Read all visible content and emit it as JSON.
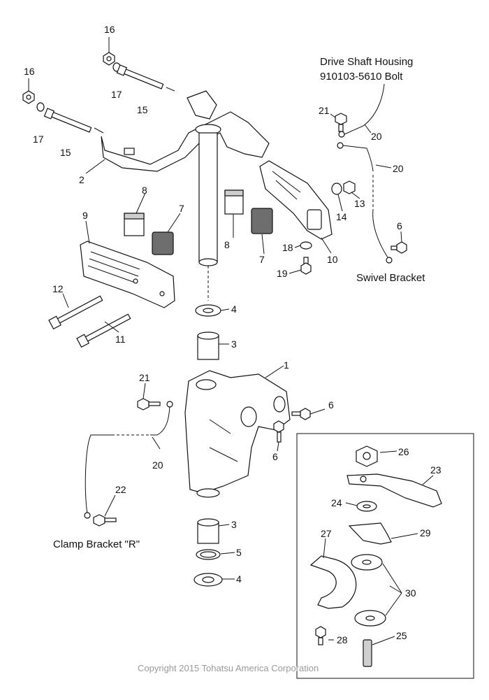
{
  "labels": {
    "drive_shaft_housing": "Drive Shaft Housing",
    "bolt_part_number": "910103-5610 Bolt",
    "swivel_bracket": "Swivel Bracket",
    "clamp_bracket_r": "Clamp Bracket \"R\"",
    "copyright": "Copyright 2015 Tohatsu America Corporation"
  },
  "callouts": [
    "16",
    "17",
    "15",
    "16",
    "17",
    "15",
    "2",
    "8",
    "7",
    "8",
    "7",
    "9",
    "12",
    "11",
    "4",
    "3",
    "1",
    "21",
    "6",
    "6",
    "20",
    "22",
    "3",
    "5",
    "4",
    "21",
    "20",
    "20",
    "6",
    "13",
    "14",
    "18",
    "10",
    "19",
    "26",
    "23",
    "24",
    "29",
    "27",
    "30",
    "28",
    "25"
  ]
}
